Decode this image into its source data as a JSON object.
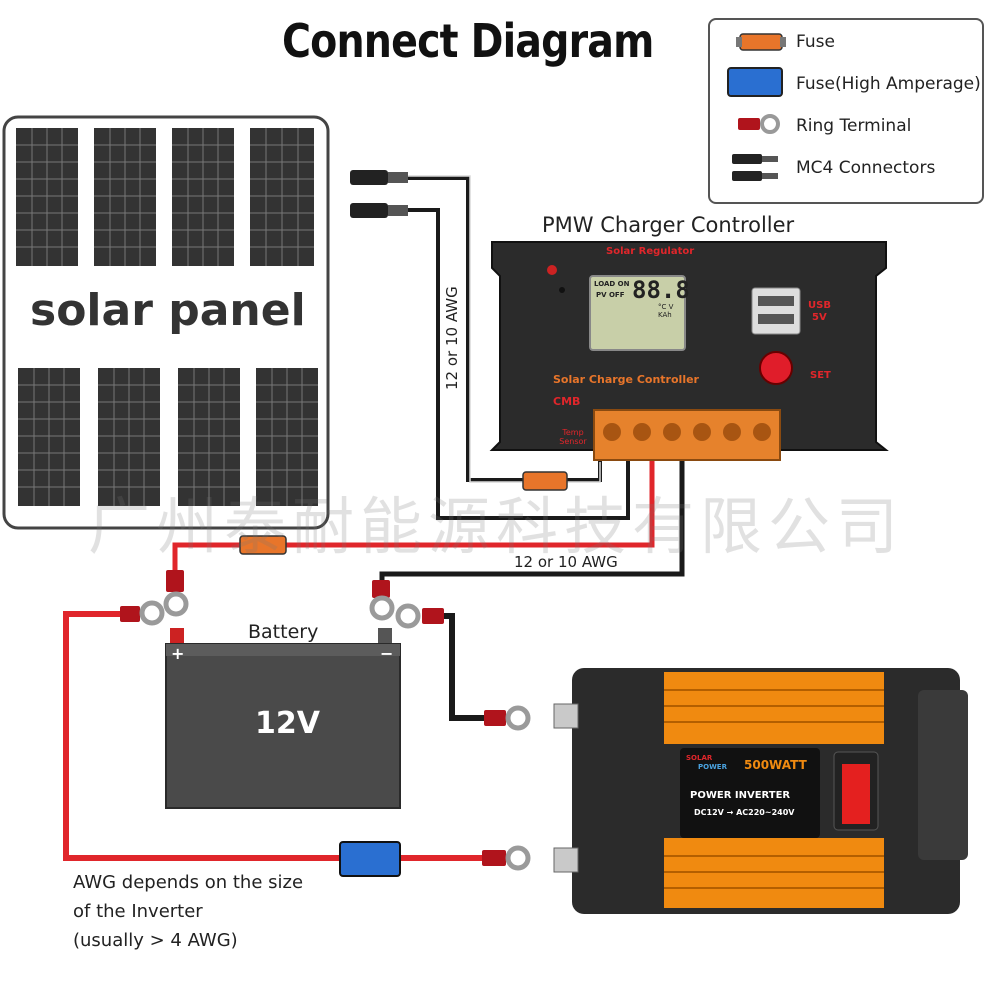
{
  "title": "Connect Diagram",
  "legend": {
    "fuse": "Fuse",
    "fuse_high": "Fuse(High Amperage)",
    "ring_terminal": "Ring Terminal",
    "mc4": "MC4 Connectors"
  },
  "solar_panel": {
    "label": "solar panel"
  },
  "controller": {
    "title": "PMW Charger Controller",
    "brand_top": "Solar Regulator",
    "brand_bottom": "Solar Charge Controller",
    "model": "CMB",
    "temp_sensor": "Temp Sensor",
    "lcd_load": "LOAD ON",
    "lcd_pv": "PV OFF",
    "lcd_digits": "88.8",
    "lcd_units": "°C V KAh",
    "usb": "USB",
    "usb_v": "5V",
    "set": "SET"
  },
  "wire_labels": {
    "vertical": "12 or 10 AWG",
    "horizontal": "12 or 10 AWG"
  },
  "battery": {
    "label": "Battery",
    "voltage": "12V",
    "plus": "+",
    "minus": "−"
  },
  "inverter": {
    "brand_1": "SOLAR",
    "brand_2": "POWER",
    "wattage": "500WATT",
    "name": "POWER INVERTER",
    "spec": "DC12V → AC220~240V"
  },
  "note": {
    "line1": "AWG depends on the size",
    "line2": "of the Inverter",
    "line3": "(usually  > 4 AWG)"
  },
  "watermark": "广州泰耐能源科技有限公司",
  "colors": {
    "red_wire": "#e0262b",
    "black_wire": "#1a1a1a",
    "fuse": "#e8752a",
    "fuse_high": "#2a6fd1",
    "inverter_orange": "#f08a10"
  }
}
